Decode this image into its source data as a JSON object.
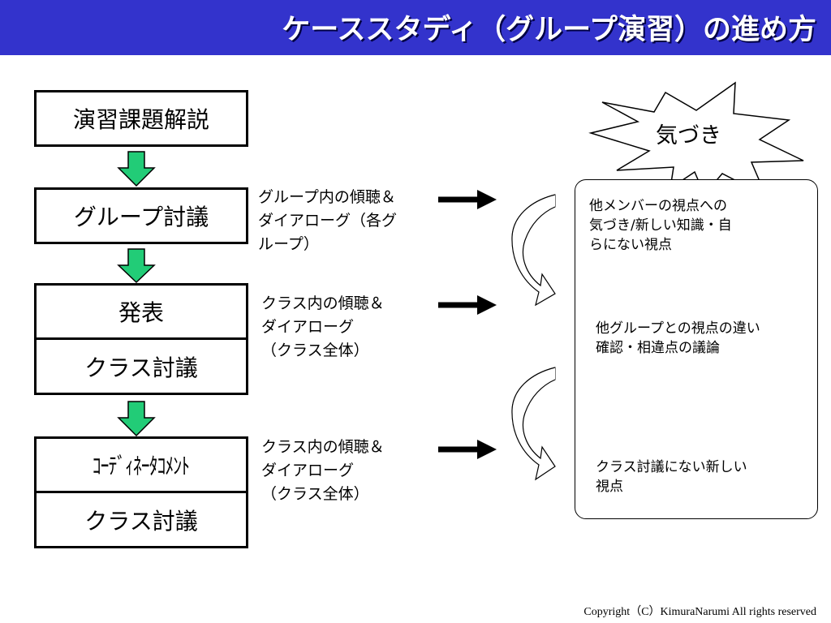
{
  "header": {
    "title": "ケーススタディ（グループ演習）の進め方"
  },
  "steps": [
    {
      "label": "演習課題解説"
    },
    {
      "label": "グループ討議"
    },
    {
      "label": "発表"
    },
    {
      "label": "クラス討議"
    },
    {
      "label": "ｺｰﾃﾞｨﾈｰﾀｺﾒﾝﾄ"
    },
    {
      "label": "クラス討議"
    }
  ],
  "notes": [
    {
      "lines": [
        "グループ内の傾聴＆",
        "ダイアローグ（各グ",
        "ループ）"
      ]
    },
    {
      "lines": [
        "クラス内の傾聴＆",
        "ダイアローグ",
        "（クラス全体）"
      ]
    },
    {
      "lines": [
        "クラス内の傾聴＆",
        "ダイアローグ",
        "（クラス全体）"
      ]
    }
  ],
  "burst": {
    "label": "気づき"
  },
  "results": [
    {
      "lines": [
        "他メンバーの視点への",
        "気づき/新しい知識・自",
        "らにない視点"
      ]
    },
    {
      "lines": [
        "他グループとの視点の違い",
        "確認・相違点の議論"
      ]
    },
    {
      "lines": [
        "クラス討議にない新しい",
        "視点"
      ]
    }
  ],
  "footer": {
    "copyright": "Copyright（C）KimuraNarumi All rights reserved"
  },
  "colors": {
    "title_bar": "#3333cc",
    "down_arrow": "#22cc77",
    "curve_fill": "#cccccc"
  }
}
